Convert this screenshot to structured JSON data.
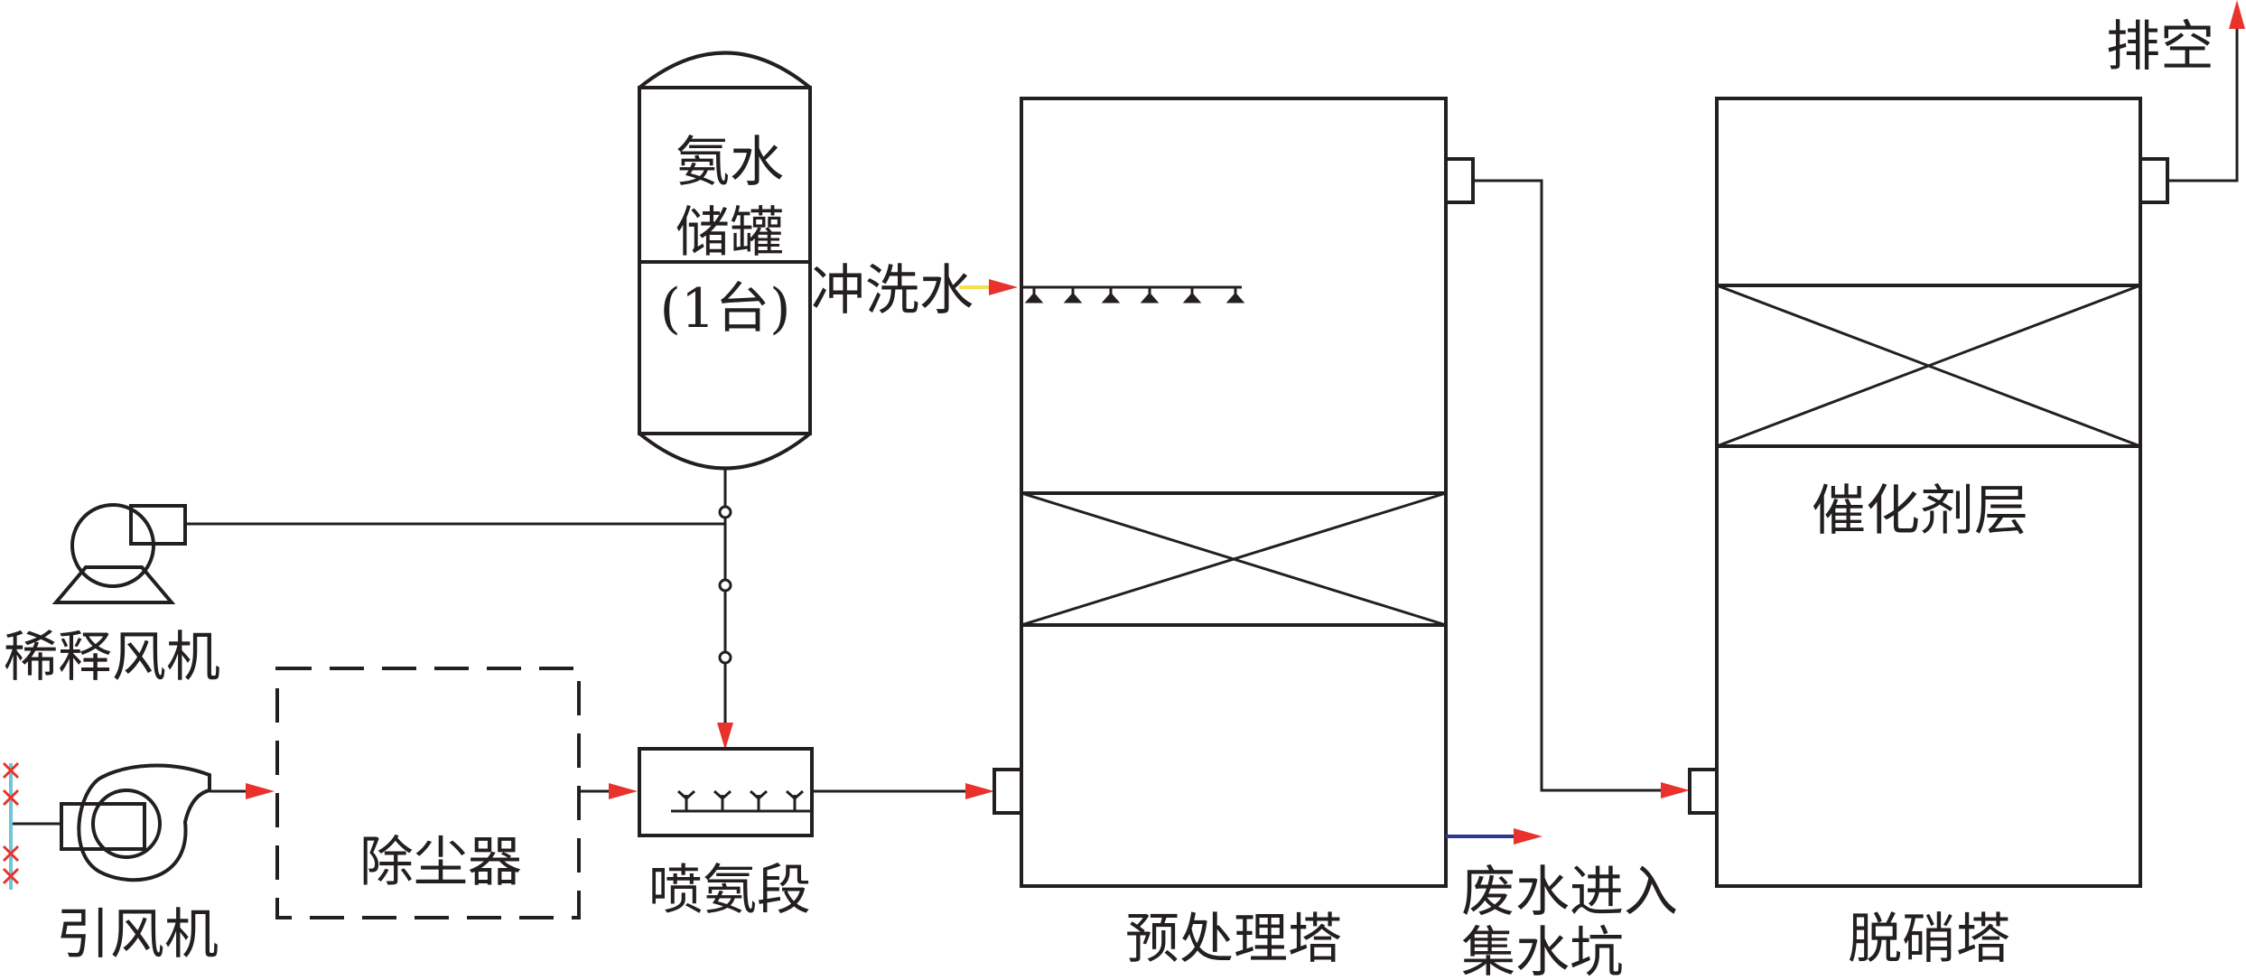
{
  "labels": {
    "ammonia_tank_line1": "氨水",
    "ammonia_tank_line2": "储罐",
    "ammonia_tank_line3": "(1台)",
    "flush_water": "冲洗水",
    "dilution_fan": "稀释风机",
    "induced_fan": "引风机",
    "dust_collector": "除尘器",
    "ammonia_spray_section": "喷氨段",
    "pretreatment_tower": "预处理塔",
    "wastewater_line1": "废水进入",
    "wastewater_line2": "集水坑",
    "catalyst_layer": "催化剂层",
    "denitration_tower": "脱硝塔",
    "vent": "排空"
  },
  "colors": {
    "line": "#231f20",
    "arrow": "#e8322b",
    "flush_water_line": "#f4e04d",
    "wastewater_line": "#2b3990",
    "valve_line": "#6ec6d8",
    "valve_marks": "#e8322b"
  }
}
